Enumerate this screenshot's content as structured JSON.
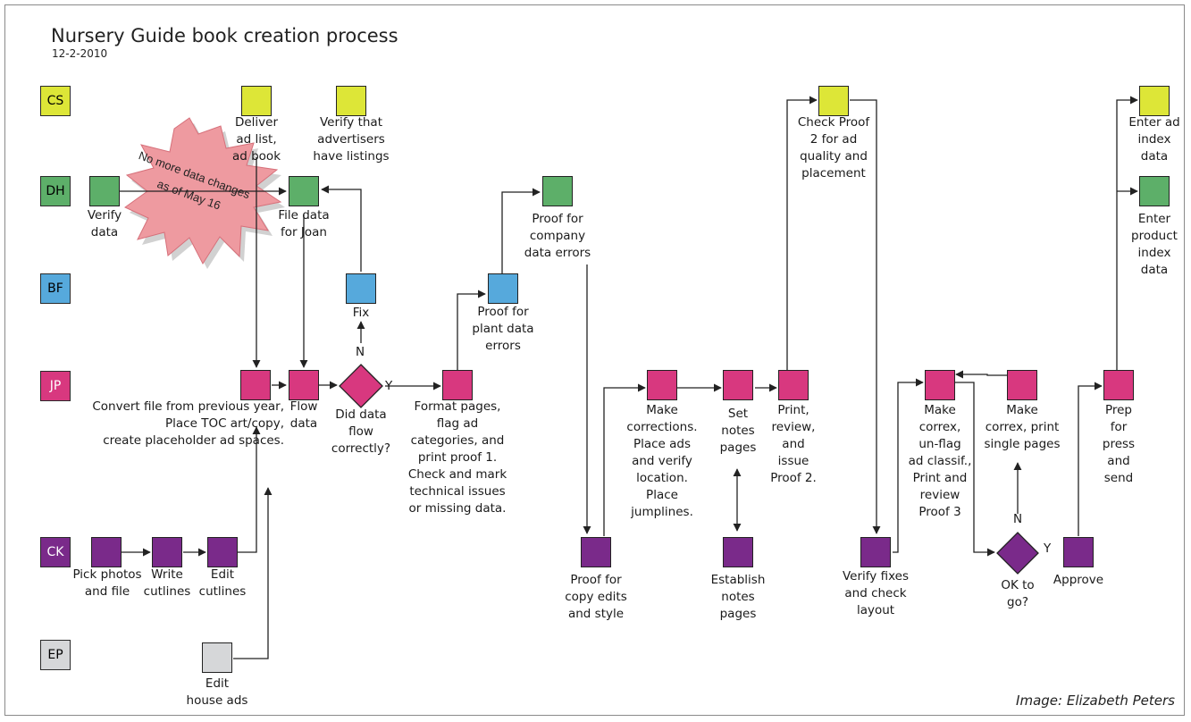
{
  "title": "Nursery Guide book creation process",
  "date": "12-2-2010",
  "credit": "Image: Elizabeth Peters",
  "lanes": [
    "CS",
    "DH",
    "BF",
    "JP",
    "CK",
    "EP"
  ],
  "burst": [
    "No more data changes",
    "as of May 16"
  ],
  "colors": {
    "CS": "#dde637",
    "DH": "#5daf69",
    "BF": "#56a9dc",
    "JP": "#d8387f",
    "CK": "#7a2a8a",
    "EP": "#d6d7d9",
    "burst": "#ee9aa0"
  },
  "labels": {
    "deliver_ad_list": "Deliver\nad list,\nad book",
    "verify_advertisers": "Verify that\nadvertisers\nhave listings",
    "verify_data": "Verify\ndata",
    "file_data": "File data\nfor Joan",
    "fix": "Fix",
    "proof_plant": "Proof for\nplant data\nerrors",
    "proof_company": "Proof for\ncompany\ndata errors",
    "convert_file": "Convert file from previous year,\nPlace TOC art/copy,\ncreate placeholder ad spaces.",
    "flow_data": "Flow\ndata",
    "did_data_flow": "Did data\nflow\ncorrectly?",
    "format_pages": "Format pages,\nflag ad\ncategories, and\nprint proof 1.\nCheck and mark\ntechnical issues\nor missing data.",
    "make_corrections": "Make\ncorrections.\nPlace ads\nand verify\nlocation.\nPlace\njumplines.",
    "set_notes": "Set\nnotes\npages",
    "print_review": "Print,\nreview,\nand\nissue\nProof 2.",
    "check_proof2": "Check Proof\n2 for ad\nquality and\nplacement",
    "make_correx": "Make\ncorrex,\nun-flag\nad classif.,\nPrint and\nreview\nProof 3",
    "make_correx_single": "Make\ncorrex, print\nsingle pages",
    "prep_press": "Prep\nfor\npress\nand\nsend",
    "enter_ad_index": "Enter ad\nindex\ndata",
    "enter_product_index": "Enter\nproduct\nindex\ndata",
    "pick_photos": "Pick photos\nand file",
    "write_cutlines": "Write\ncutlines",
    "edit_cutlines": "Edit\ncutlines",
    "proof_copy": "Proof for\ncopy edits\nand style",
    "establish_notes": "Establish\nnotes\npages",
    "verify_fixes": "Verify fixes\nand check\nlayout",
    "ok_to_go": "OK to\ngo?",
    "approve": "Approve",
    "edit_house_ads": "Edit\nhouse ads",
    "yes": "Y",
    "no": "N"
  }
}
